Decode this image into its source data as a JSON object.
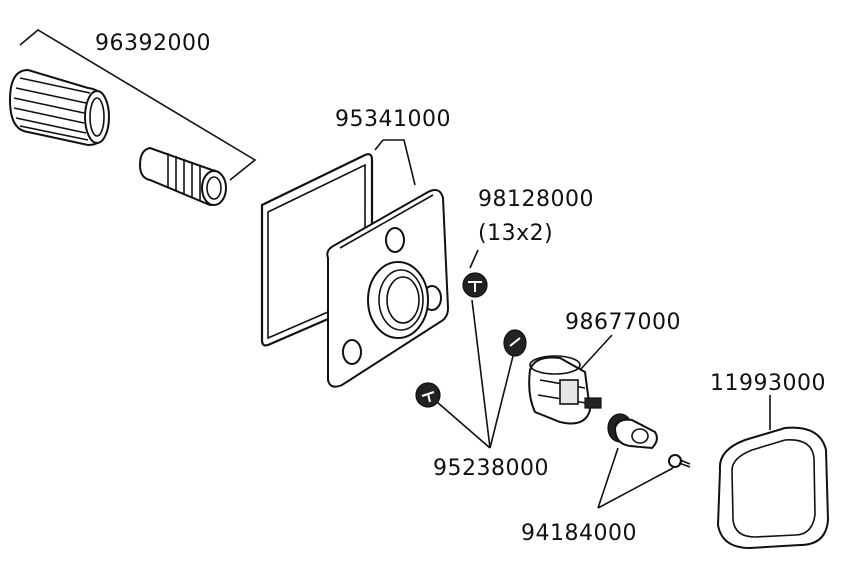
{
  "parts": [
    {
      "id": "p1",
      "number": "96392000"
    },
    {
      "id": "p2",
      "number": "95341000"
    },
    {
      "id": "p3",
      "number": "98128000",
      "qty": "(13x2)"
    },
    {
      "id": "p4",
      "number": "98677000"
    },
    {
      "id": "p5",
      "number": "11993000"
    },
    {
      "id": "p6",
      "number": "95238000"
    },
    {
      "id": "p7",
      "number": "94184000"
    }
  ]
}
